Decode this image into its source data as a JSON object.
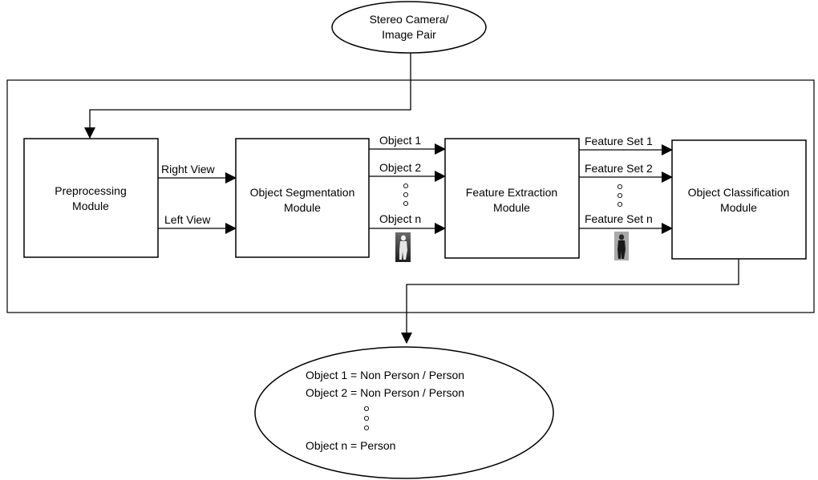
{
  "input": {
    "line1": "Stereo Camera/",
    "line2": "Image Pair"
  },
  "modules": {
    "preprocessing": {
      "line1": "Preprocessing",
      "line2": "Module"
    },
    "segmentation": {
      "line1": "Object Segmentation",
      "line2": "Module"
    },
    "extraction": {
      "line1": "Feature Extraction",
      "line2": "Module"
    },
    "classification": {
      "line1": "Object Classification",
      "line2": "Module"
    }
  },
  "views": {
    "right": "Right View",
    "left": "Left View"
  },
  "objects": [
    "Object 1",
    "Object 2",
    "Object n"
  ],
  "feature_sets": [
    "Feature Set 1",
    "Feature Set 2",
    "Feature Set n"
  ],
  "output": {
    "line1": "Object 1 = Non Person / Person",
    "line2": "Object 2 = Non Person / Person",
    "line3": "Object n = Person"
  },
  "icons": {
    "object_thumbnail": "person-silhouette-icon",
    "feature_thumbnail": "person-silhouette-icon",
    "continuation": "vertical-ellipsis-dots"
  },
  "colors": {
    "stroke": "#000000",
    "background": "#ffffff"
  }
}
